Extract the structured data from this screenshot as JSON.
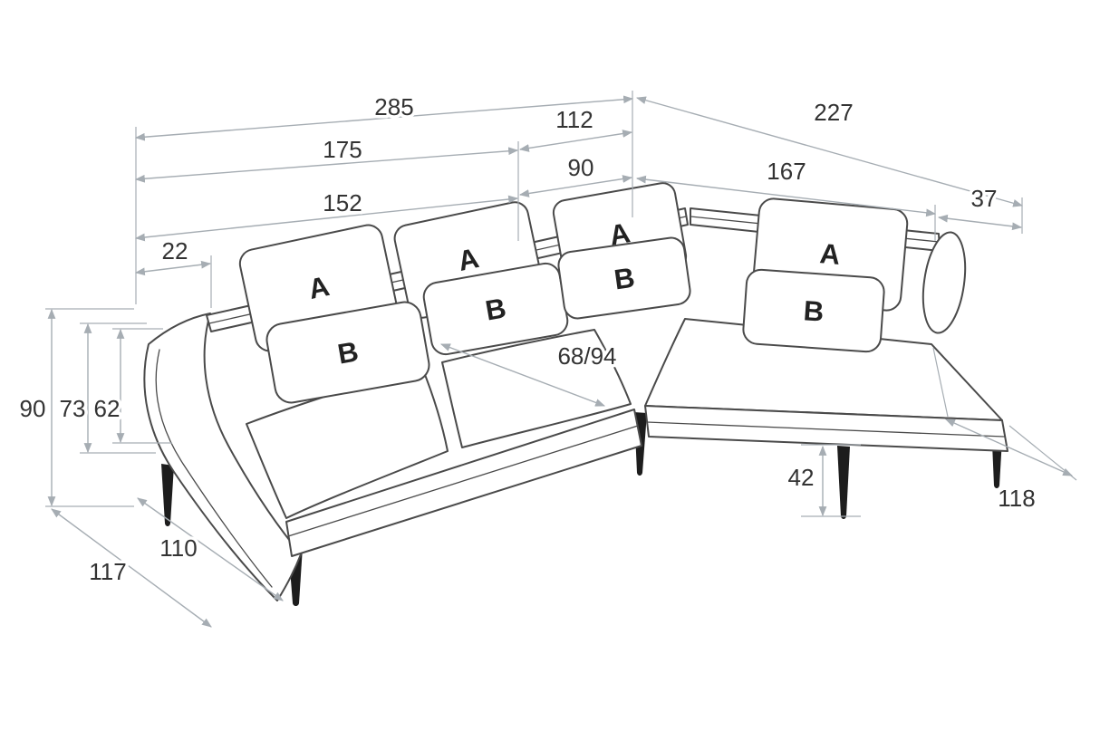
{
  "colors": {
    "background": "#ffffff",
    "dim-line": "#a6adb3",
    "dim-text": "#333333",
    "sofa-line": "#4a4a4a",
    "leg-fill": "#1d1d1d",
    "label-text": "#222222"
  },
  "dims": {
    "total_width": "285",
    "right_total_length": "227",
    "back_section_112": "112",
    "left_section_175": "175",
    "seat_width_152": "152",
    "corner_seat_90": "90",
    "chaise_length_167": "167",
    "back_depth_37": "37",
    "arm_width_22": "22",
    "overall_height_90": "90",
    "back_height_73": "73",
    "arm_height_62": "62",
    "seat_depth_68_94": "68/94",
    "leg_height_42": "42",
    "chaise_width_118": "118",
    "depth_110": "110",
    "total_depth_117": "117"
  },
  "cushion_labels": {
    "back": "A",
    "seat": "B"
  }
}
